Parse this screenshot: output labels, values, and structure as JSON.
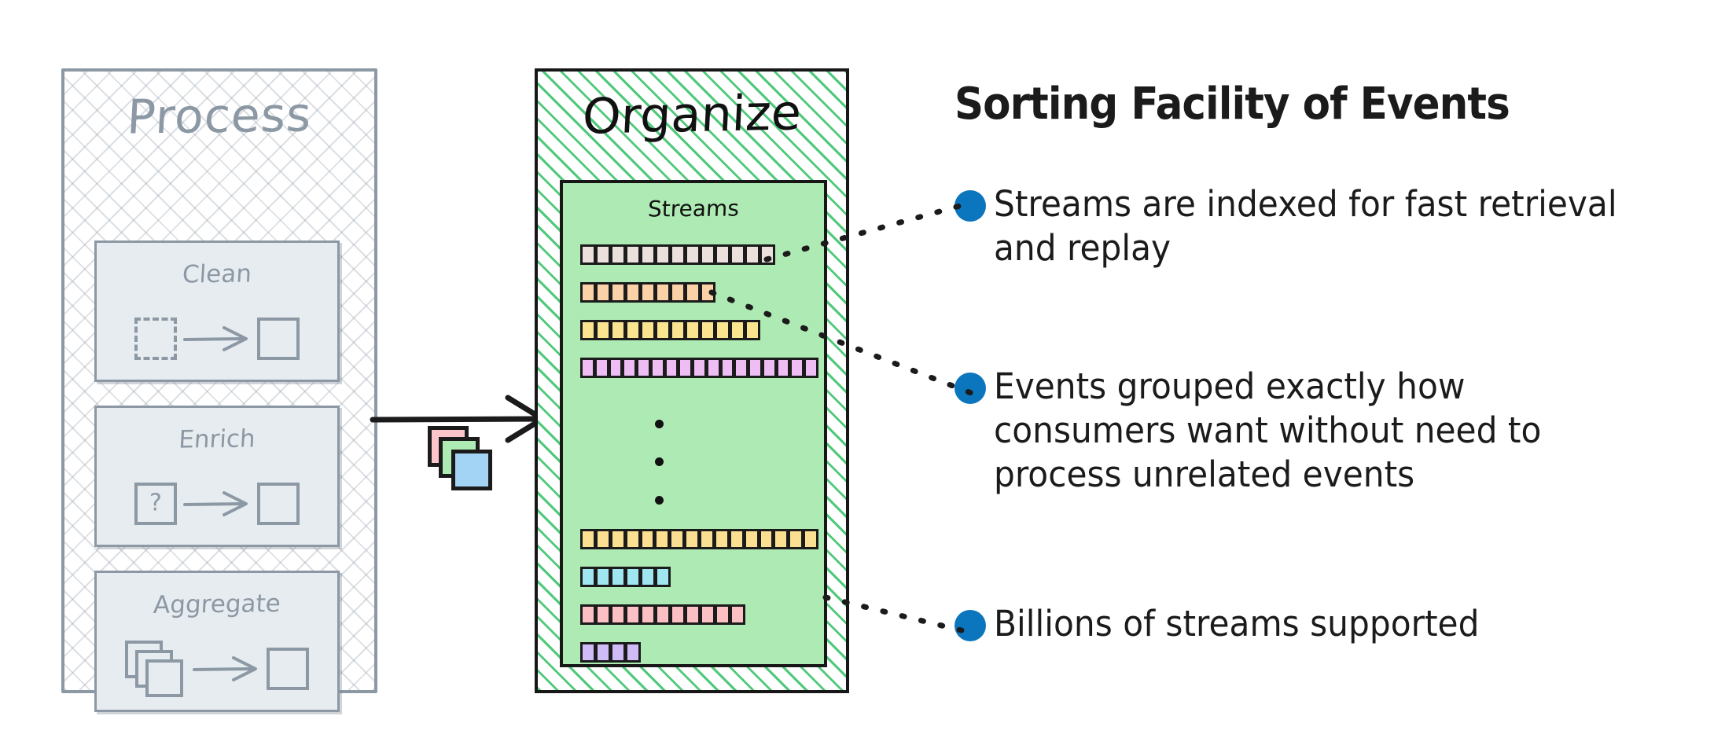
{
  "diagram": {
    "process_panel": {
      "title": "Process",
      "cards": [
        {
          "label": "Clean",
          "icon_left": "dashed-square-icon",
          "icon_arrow": "arrow-right-icon",
          "icon_right": "square-icon"
        },
        {
          "label": "Enrich",
          "icon_left": "question-square-icon",
          "icon_arrow": "arrow-right-icon",
          "icon_right": "square-icon",
          "glyph": "?"
        },
        {
          "label": "Aggregate",
          "icon_left": "stacked-squares-icon",
          "icon_arrow": "arrow-right-icon",
          "icon_right": "square-icon"
        }
      ]
    },
    "connector": {
      "arrow": "arrow-right-icon",
      "cards_icon": "stacked-event-cards-icon",
      "card_colors": [
        "#fbc5ca",
        "#aeeab4",
        "#a4d4f5"
      ]
    },
    "organize_panel": {
      "title": "Organize",
      "streams_box": {
        "title": "Streams",
        "ellipsis": "⋮",
        "bars": [
          {
            "name": "stream-bar-1",
            "segments": 13,
            "color": "#ece0dd"
          },
          {
            "name": "stream-bar-2",
            "segments": 9,
            "color": "#fbd2a8"
          },
          {
            "name": "stream-bar-3",
            "segments": 12,
            "color": "#fbe48f"
          },
          {
            "name": "stream-bar-4",
            "segments": 17,
            "color": "#edbdf3"
          },
          {
            "name": "stream-bar-5",
            "segments": 16,
            "color": "#fbe091"
          },
          {
            "name": "stream-bar-6",
            "segments": 6,
            "color": "#9fe6f0"
          },
          {
            "name": "stream-bar-7",
            "segments": 11,
            "color": "#fbc0c4"
          },
          {
            "name": "stream-bar-8",
            "segments": 4,
            "color": "#cfbcf7"
          }
        ]
      }
    }
  },
  "callout": {
    "title": "Sorting Facility of Events",
    "bullet_color": "#0b76bd",
    "bullets": [
      "Streams are indexed for fast retrieval and replay",
      "Events grouped exactly how consumers want without need to process unrelated events",
      "Billions of streams supported"
    ]
  },
  "colors": {
    "process_stroke": "#8c98a4",
    "process_card_fill": "#e7ecf0",
    "organize_hatch": "#4fc97a",
    "streams_fill": "#aeeab4",
    "ink": "#1b1b1b",
    "accent": "#0b76bd"
  }
}
